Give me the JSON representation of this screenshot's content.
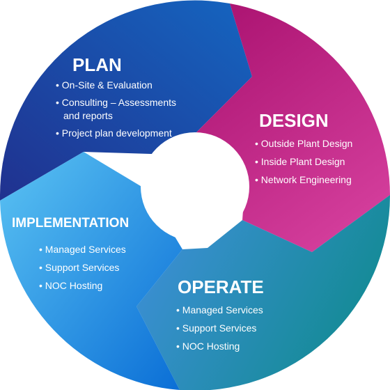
{
  "cycle": {
    "segments": [
      {
        "title": "PLAN",
        "items": [
          "On-Site & Evaluation",
          "Consulting – Assessments",
          "and reports",
          "Project plan development"
        ],
        "colors": [
          "#20318f",
          "#1565c0"
        ]
      },
      {
        "title": "DESIGN",
        "items": [
          "Outside Plant Design",
          "Inside Plant Design",
          "Network Engineering"
        ],
        "colors": [
          "#a8106e",
          "#d23c9a"
        ]
      },
      {
        "title": "OPERATE",
        "items": [
          "Managed Services",
          "Support Services",
          "NOC Hosting"
        ],
        "colors": [
          "#3d8fd6",
          "#0f8a8e"
        ]
      },
      {
        "title": "IMPLEMENTATION",
        "items": [
          "Managed Services",
          "Support Services",
          "NOC Hosting"
        ],
        "colors": [
          "#5bc3f3",
          "#0a6ed6"
        ]
      }
    ]
  }
}
